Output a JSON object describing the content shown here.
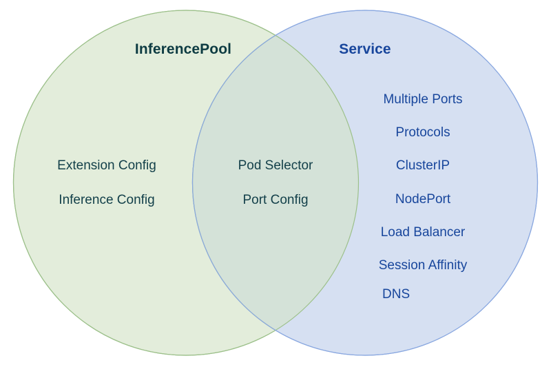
{
  "diagram": {
    "type": "venn",
    "title_left": "InferencePool",
    "title_right": "Service",
    "colors": {
      "left_fill": "#e3eddb",
      "left_stroke": "#9cc08a",
      "right_fill": "#d6e0f2",
      "right_stroke": "#8aa8e0",
      "intersection_fill": "#d4e2d8",
      "left_text": "#0d3b42",
      "right_text": "#18469c",
      "background": "#ffffff"
    },
    "left_only": [
      "Extension Config",
      "Inference Config"
    ],
    "intersection": [
      "Pod Selector",
      "Port Config"
    ],
    "right_only": [
      "Multiple Ports",
      "Protocols",
      "ClusterIP",
      "NodePort",
      "Load Balancer",
      "Session Affinity",
      "DNS"
    ]
  },
  "chart_data": {
    "type": "venn",
    "title": "InferencePool vs Service",
    "sets": [
      {
        "name": "InferencePool",
        "exclusive_items": [
          "Extension Config",
          "Inference Config"
        ],
        "exclusive_count": 2,
        "fill": "#e3eddb"
      },
      {
        "name": "Service",
        "exclusive_items": [
          "Multiple Ports",
          "Protocols",
          "ClusterIP",
          "NodePort",
          "Load Balancer",
          "Session Affinity",
          "DNS"
        ],
        "exclusive_count": 7,
        "fill": "#d6e0f2"
      }
    ],
    "intersection": {
      "sets": [
        "InferencePool",
        "Service"
      ],
      "items": [
        "Pod Selector",
        "Port Config"
      ],
      "count": 2,
      "fill": "#d4e2d8"
    },
    "legend": "none",
    "grid": false
  }
}
